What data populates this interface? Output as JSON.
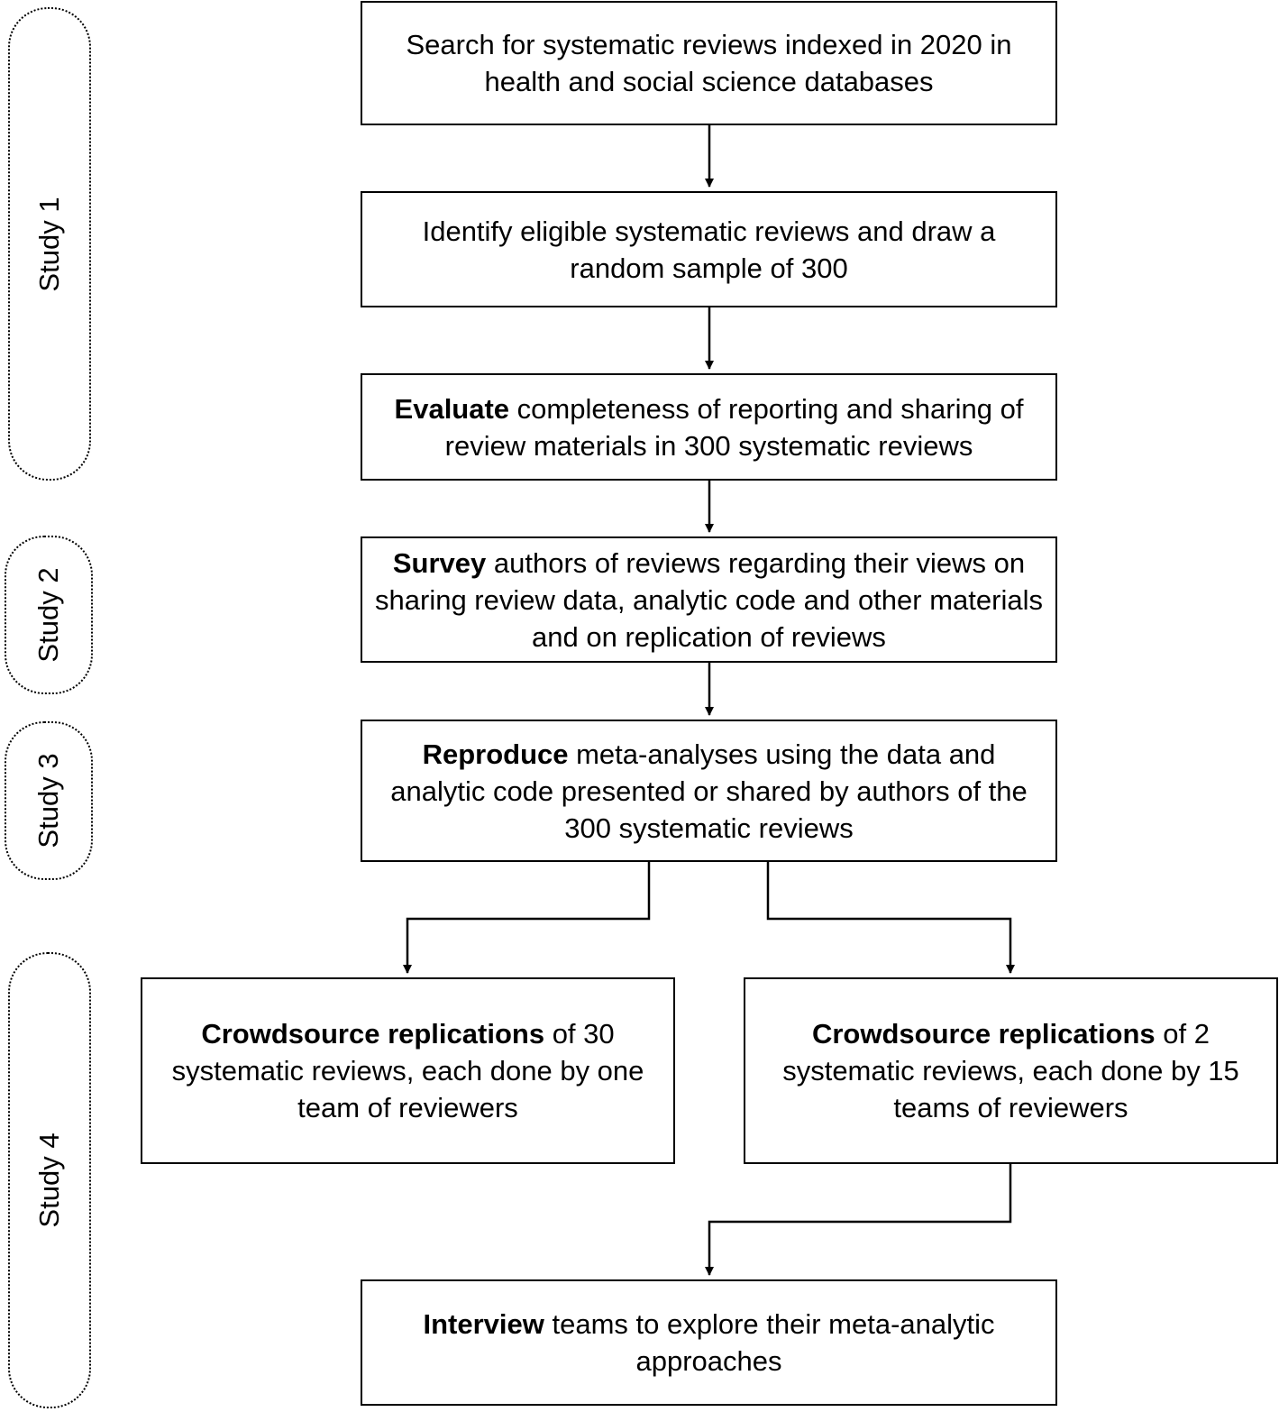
{
  "studies": [
    {
      "label": "Study 1"
    },
    {
      "label": "Study 2"
    },
    {
      "label": "Study 3"
    },
    {
      "label": "Study 4"
    }
  ],
  "steps": {
    "search": {
      "bold": "",
      "text": "Search for systematic reviews indexed in 2020 in health and social science databases"
    },
    "identify": {
      "bold": "",
      "text": "Identify eligible systematic reviews and draw a random sample of 300"
    },
    "evaluate": {
      "bold": "Evaluate",
      "text": " completeness of reporting and sharing of review materials in 300 systematic reviews"
    },
    "survey": {
      "bold": "Survey",
      "text": " authors of reviews regarding their views on sharing review data, analytic code and other materials and on replication of reviews"
    },
    "reproduce": {
      "bold": "Reproduce",
      "text": " meta-analyses using the data and analytic code presented or shared by authors of the 300 systematic reviews"
    },
    "crowd_30": {
      "bold": "Crowdsource replications",
      "text": " of 30 systematic reviews, each done by one team of reviewers"
    },
    "crowd_2": {
      "bold": "Crowdsource replications",
      "text": " of 2 systematic reviews, each done by 15 teams of reviewers"
    },
    "interview": {
      "bold": "Interview",
      "text": " teams to explore their meta-analytic approaches"
    }
  }
}
